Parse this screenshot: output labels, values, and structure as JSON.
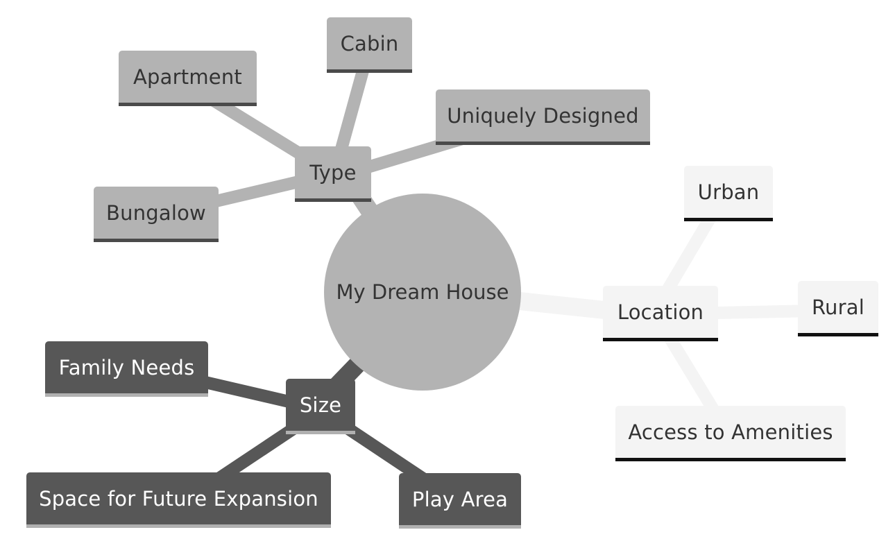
{
  "mindmap": {
    "root": {
      "label": "My Dream House"
    },
    "branches": {
      "type": {
        "label": "Type",
        "color": "#b3b3b3",
        "children": [
          "Apartment",
          "Cabin",
          "Uniquely Designed",
          "Bungalow"
        ]
      },
      "location": {
        "label": "Location",
        "color": "#f4f4f4",
        "children": [
          "Urban",
          "Rural",
          "Access to Amenities"
        ]
      },
      "size": {
        "label": "Size",
        "color": "#575757",
        "children": [
          "Family Needs",
          "Space for Future Expansion",
          "Play Area"
        ]
      }
    }
  }
}
